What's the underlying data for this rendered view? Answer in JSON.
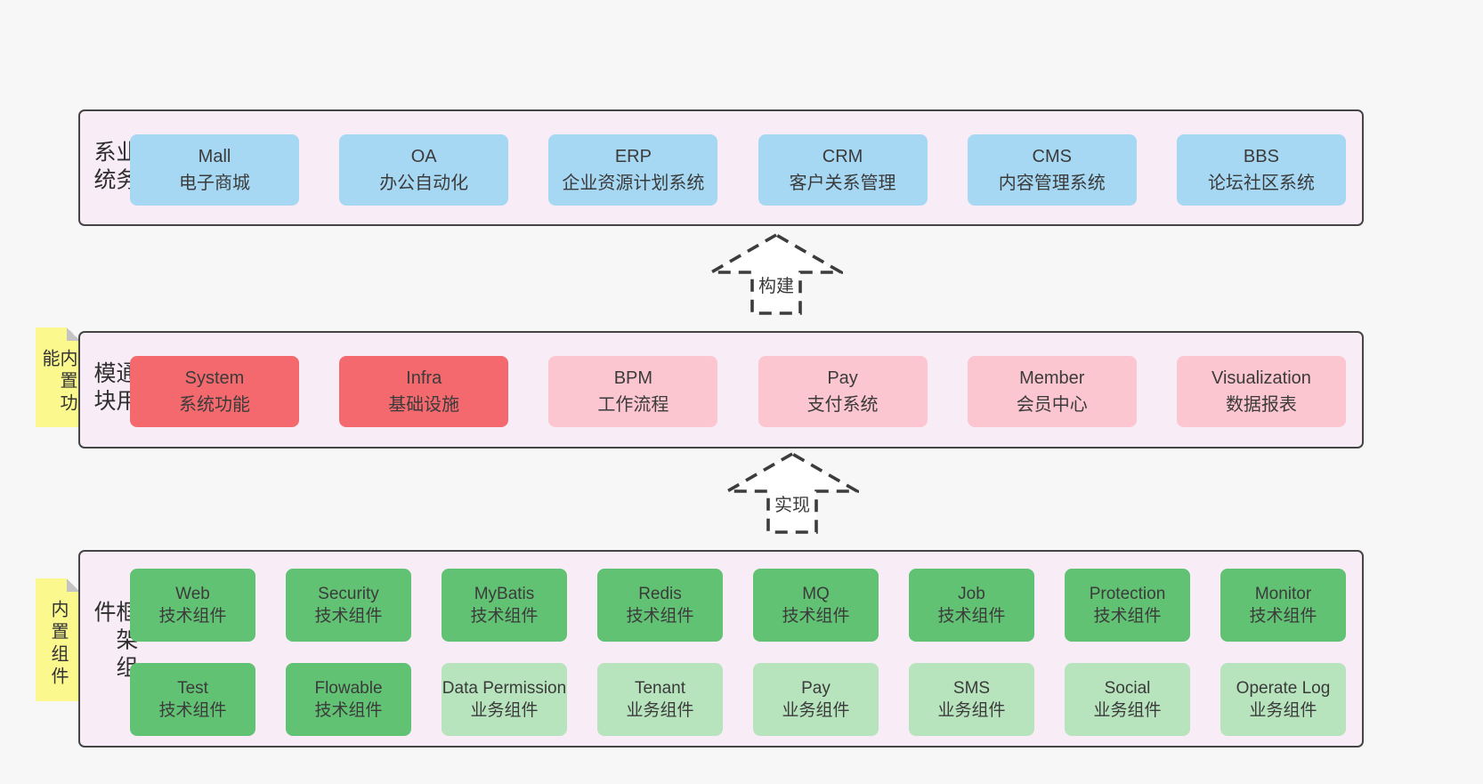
{
  "diagram": {
    "colors": {
      "page_bg": "#f7f7f7",
      "band_bg": "#f8edf6",
      "band_border": "#454545",
      "blue_box": "#a7d8f3",
      "red_box": "#f4696e",
      "pink_box": "#fbc6d0",
      "green_dark_box": "#62c274",
      "green_light_box": "#b7e3bd",
      "sticky_yellow": "#fbf88e",
      "text": "#3b3b3b"
    },
    "arrows": {
      "build": "构建",
      "implement": "实现"
    },
    "bands": {
      "business": {
        "label": "业务系统",
        "boxes": [
          {
            "title": "Mall",
            "subtitle": "电子商城"
          },
          {
            "title": "OA",
            "subtitle": "办公自动化"
          },
          {
            "title": "ERP",
            "subtitle": "企业资源计划系统"
          },
          {
            "title": "CRM",
            "subtitle": "客户关系管理"
          },
          {
            "title": "CMS",
            "subtitle": "内容管理系统"
          },
          {
            "title": "BBS",
            "subtitle": "论坛社区系统"
          }
        ]
      },
      "modules": {
        "label": "通用模块",
        "sticky": "内置功能",
        "boxes": [
          {
            "title": "System",
            "subtitle": "系统功能"
          },
          {
            "title": "Infra",
            "subtitle": "基础设施"
          },
          {
            "title": "BPM",
            "subtitle": "工作流程"
          },
          {
            "title": "Pay",
            "subtitle": "支付系统"
          },
          {
            "title": "Member",
            "subtitle": "会员中心"
          },
          {
            "title": "Visualization",
            "subtitle": "数据报表"
          }
        ]
      },
      "framework": {
        "label": "框架组件",
        "sticky": "内置组件",
        "row1": [
          {
            "title": "Web",
            "subtitle": "技术组件"
          },
          {
            "title": "Security",
            "subtitle": "技术组件"
          },
          {
            "title": "MyBatis",
            "subtitle": "技术组件"
          },
          {
            "title": "Redis",
            "subtitle": "技术组件"
          },
          {
            "title": "MQ",
            "subtitle": "技术组件"
          },
          {
            "title": "Job",
            "subtitle": "技术组件"
          },
          {
            "title": "Protection",
            "subtitle": "技术组件"
          },
          {
            "title": "Monitor",
            "subtitle": "技术组件"
          }
        ],
        "row2": [
          {
            "title": "Test",
            "subtitle": "技术组件"
          },
          {
            "title": "Flowable",
            "subtitle": "技术组件"
          },
          {
            "title": "Data Permission",
            "subtitle": "业务组件"
          },
          {
            "title": "Tenant",
            "subtitle": "业务组件"
          },
          {
            "title": "Pay",
            "subtitle": "业务组件"
          },
          {
            "title": "SMS",
            "subtitle": "业务组件"
          },
          {
            "title": "Social",
            "subtitle": "业务组件"
          },
          {
            "title": "Operate Log",
            "subtitle": "业务组件"
          }
        ]
      }
    }
  }
}
